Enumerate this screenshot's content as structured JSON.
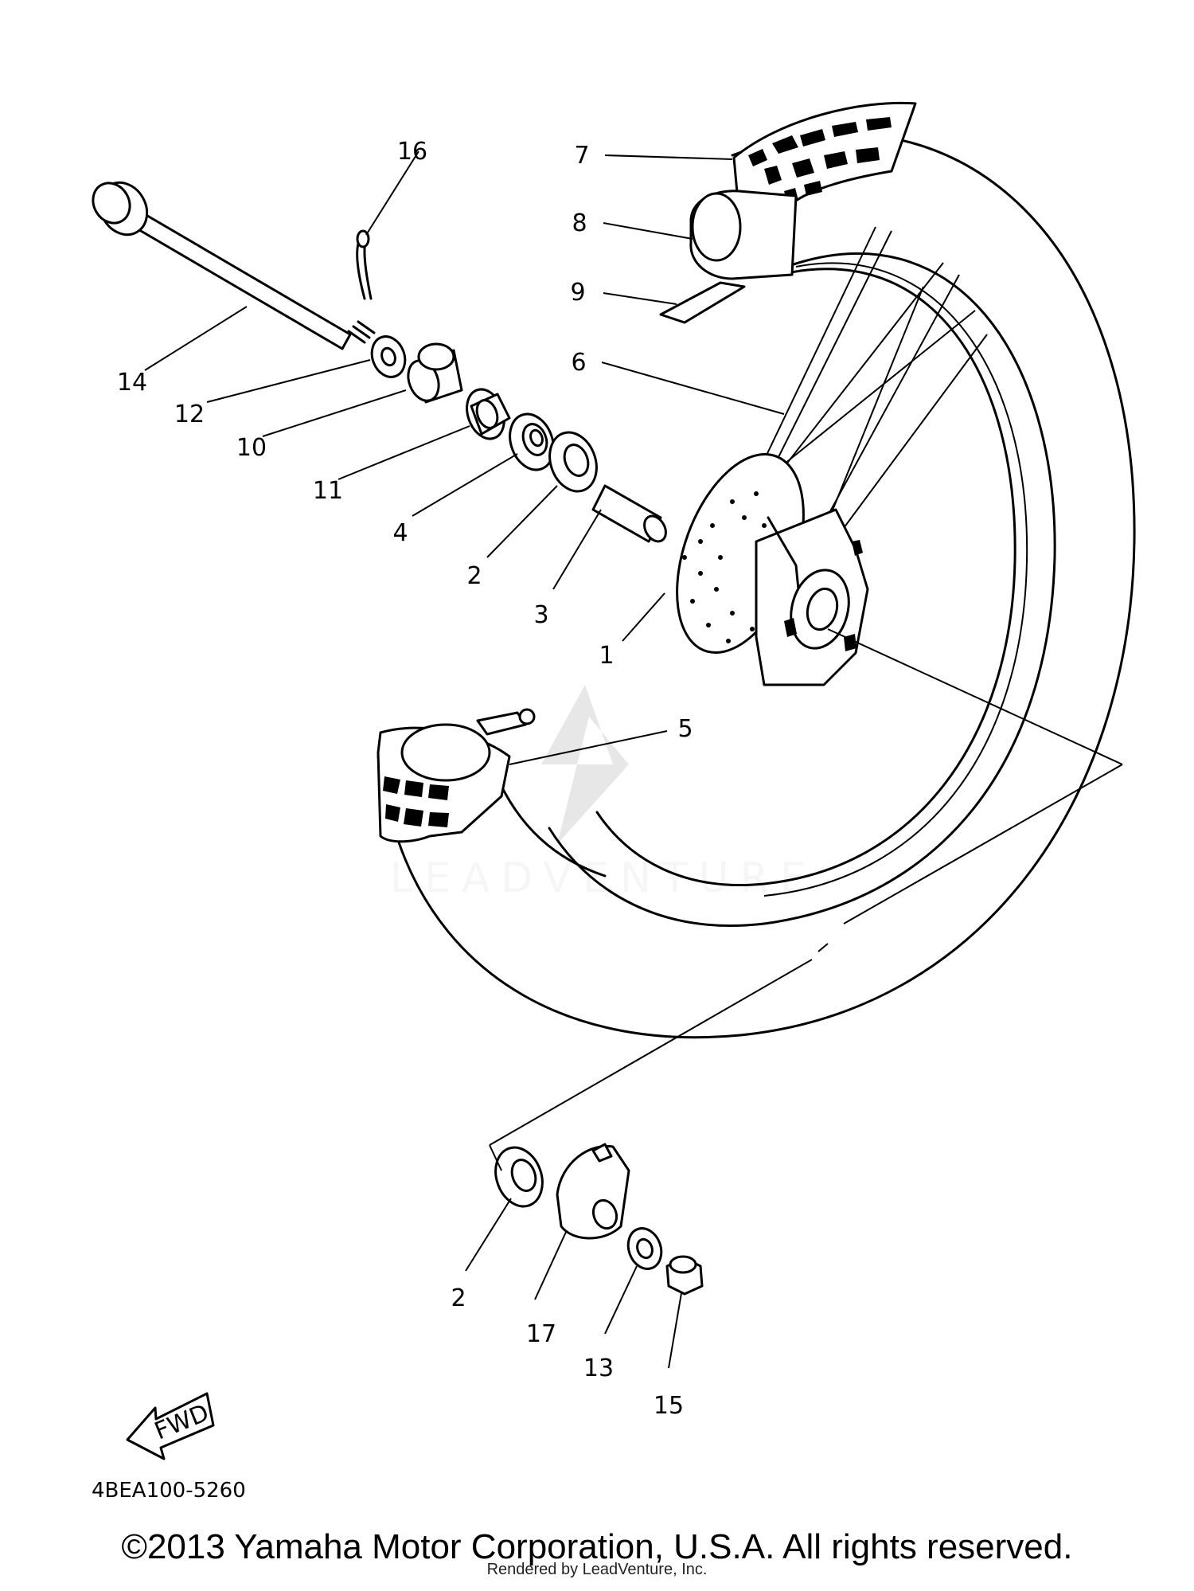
{
  "diagram": {
    "callouts": [
      "16",
      "7",
      "8",
      "9",
      "6",
      "14",
      "12",
      "10",
      "11",
      "4",
      "2",
      "3",
      "1",
      "5",
      "2",
      "17",
      "13",
      "15"
    ],
    "fwd_label": "FWD",
    "figure_code": "4BEA100-5260",
    "watermark": "LEADVENTURE"
  },
  "footer": {
    "copyright": "©2013 Yamaha Motor Corporation, U.S.A. All rights reserved.",
    "rendered_by": "Rendered by LeadVenture, Inc."
  }
}
